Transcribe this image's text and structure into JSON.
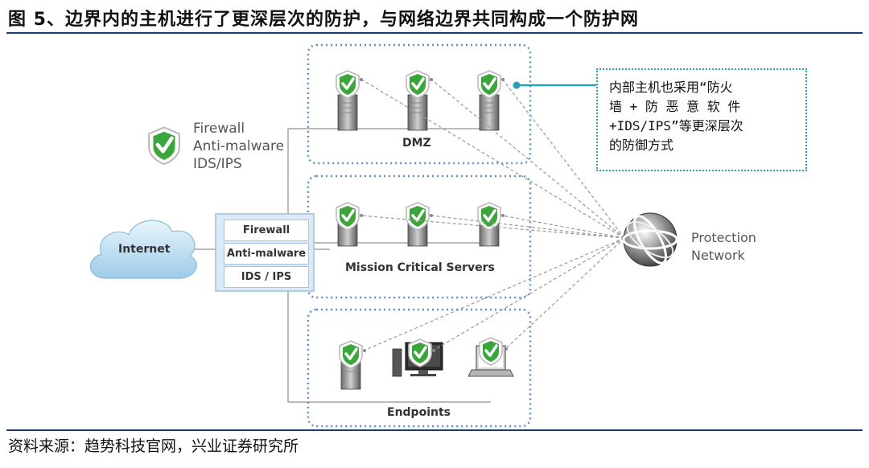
{
  "title": "图 5、边界内的主机进行了更深层次的防护，与网络边界共同构成一个防护网",
  "source": "资料来源：趋势科技官网，兴业证券研究所",
  "internet_label": "Internet",
  "gateway": {
    "rows": [
      "Firewall",
      "Anti-malware",
      "IDS / IPS"
    ]
  },
  "legend": {
    "lines": [
      "Firewall",
      "Anti-malware",
      "IDS/IPS"
    ]
  },
  "zones": {
    "dmz": "DMZ",
    "mission_critical": "Mission Critical Servers",
    "endpoints": "Endpoints"
  },
  "protection_network": [
    "Protection",
    "Network"
  ],
  "callout": {
    "lines": [
      "内部主机也采用“防火",
      "墙 + 防 恶 意 软 件",
      "+IDS/IPS”等更深层次",
      "的防御方式"
    ]
  },
  "colors": {
    "accent_green": "#3aa53a",
    "zone_border": "#5a8fc9",
    "callout_border": "#2a9fb8",
    "rule": "#1f3b6e"
  },
  "icons": [
    "shield-check-icon",
    "server-icon",
    "desktop-icon",
    "laptop-icon",
    "globe-icon",
    "cloud-icon"
  ]
}
